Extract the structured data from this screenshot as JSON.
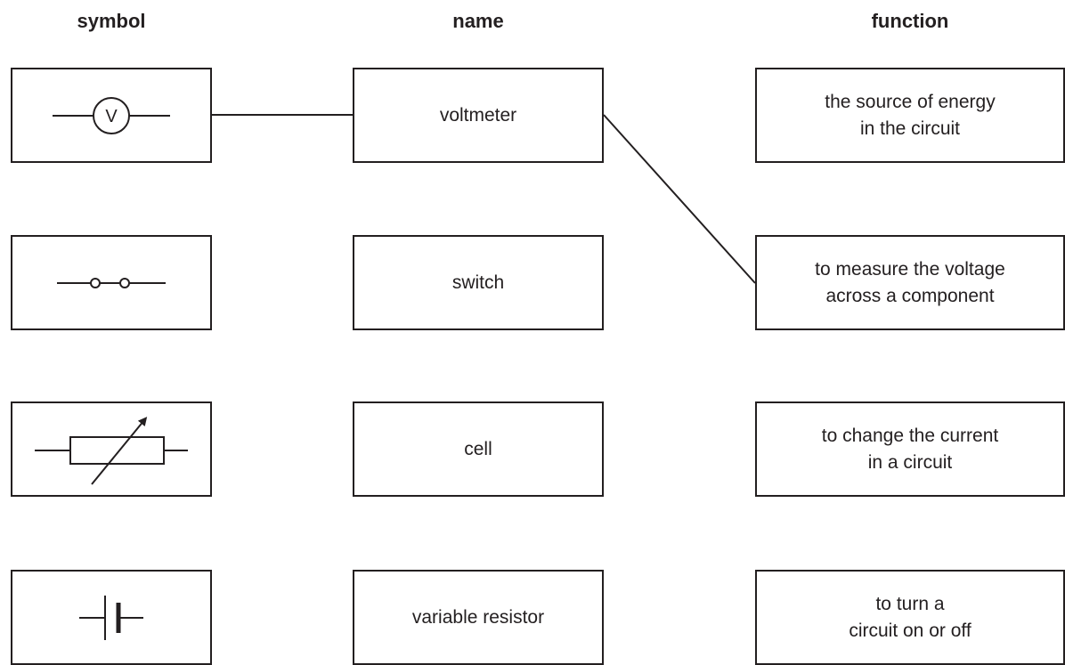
{
  "headers": {
    "symbol": "symbol",
    "name": "name",
    "function": "function"
  },
  "symbols": [
    {
      "icon": "voltmeter-symbol-icon",
      "letter": "V"
    },
    {
      "icon": "switch-symbol-icon"
    },
    {
      "icon": "variable-resistor-symbol-icon"
    },
    {
      "icon": "cell-symbol-icon"
    }
  ],
  "names": [
    "voltmeter",
    "switch",
    "cell",
    "variable resistor"
  ],
  "functions": [
    "the source of energy\nin the circuit",
    "to measure the voltage\nacross a component",
    "to change the current\nin a circuit",
    "to turn a\ncircuit on or off"
  ],
  "links": [
    {
      "from": "symbol 1",
      "to": "voltmeter"
    },
    {
      "from": "voltmeter",
      "to": "to measure the voltage across a component"
    }
  ],
  "colors": {
    "ink": "#231f20",
    "background": "#ffffff"
  }
}
